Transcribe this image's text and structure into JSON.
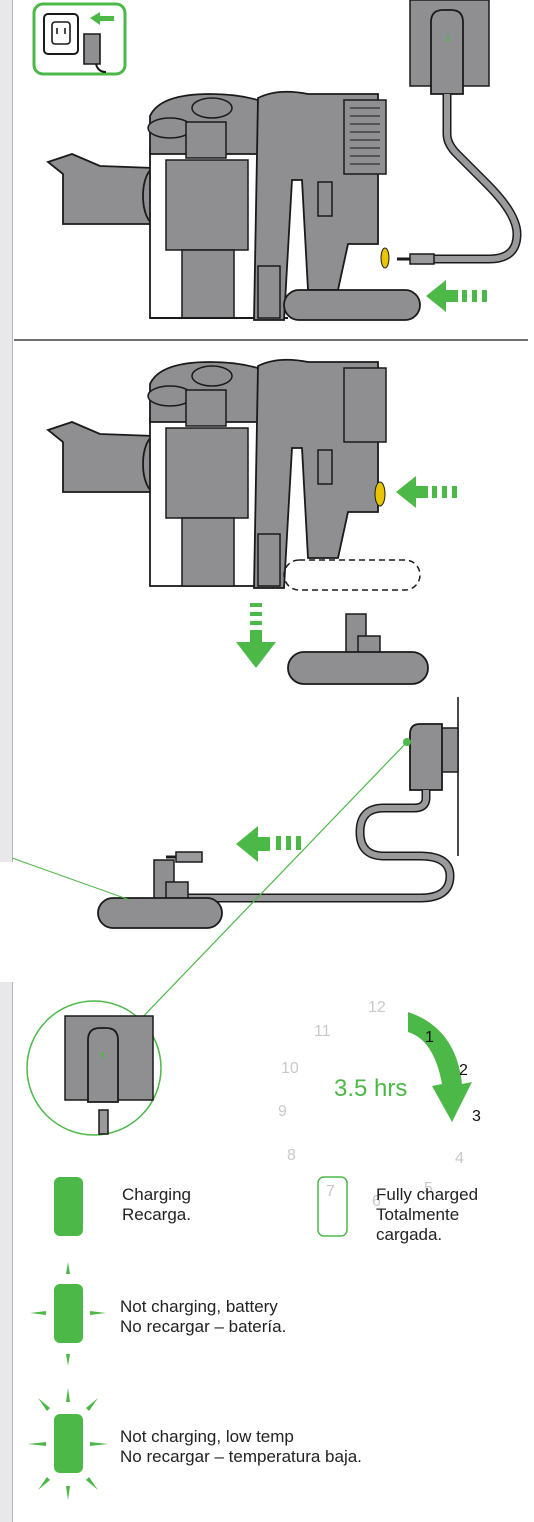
{
  "colors": {
    "accent_green": "#4cb848",
    "device_gray": "#8f8f91",
    "trigger_yellow": "#e8c500",
    "outline": "#1a1a1a"
  },
  "icons": [
    "plug-socket-icon",
    "charger-arrow-icon",
    "battery-insert-arrow-icon",
    "battery-release-arrow-icon",
    "battery-removed-arrow-icon",
    "connect-arrow-icon",
    "led-indicator-icon"
  ],
  "clock": {
    "numbers": [
      "12",
      "1",
      "2",
      "3",
      "4",
      "5",
      "6",
      "7",
      "8",
      "9",
      "10",
      "11"
    ],
    "duration": "3.5 hrs"
  },
  "legend": {
    "charging": {
      "line1": "Charging",
      "line2": "Recarga."
    },
    "fully_charged": {
      "line1": "Fully charged",
      "line2": "Totalmente",
      "line3": "cargada."
    },
    "fault_battery": {
      "line1": "Not charging, battery",
      "line2": "No recargar – batería."
    },
    "fault_temp": {
      "line1": "Not charging, low temp",
      "line2": "No recargar – temperatura baja."
    }
  }
}
